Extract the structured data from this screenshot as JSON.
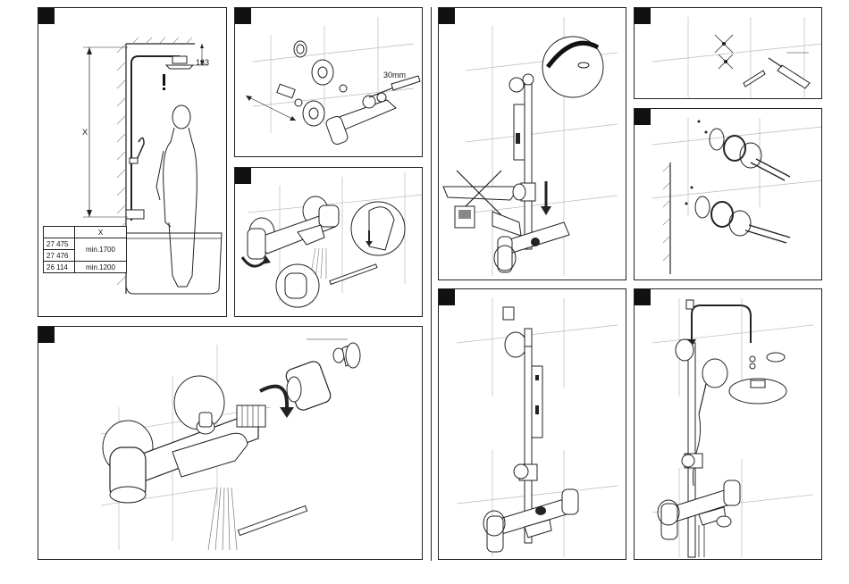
{
  "panels": [
    {
      "id": "p1",
      "number": ""
    },
    {
      "id": "p2",
      "number": ""
    },
    {
      "id": "p3",
      "number": ""
    },
    {
      "id": "p4",
      "number": ""
    },
    {
      "id": "p5",
      "number": ""
    },
    {
      "id": "p6",
      "number": ""
    },
    {
      "id": "p7",
      "number": ""
    },
    {
      "id": "p8",
      "number": ""
    },
    {
      "id": "p9",
      "number": ""
    }
  ],
  "dimensions": {
    "ceiling_gap": "133",
    "height_label": "X",
    "spanner_size": "30mm"
  },
  "spec_table": {
    "header": "X",
    "rows": [
      {
        "model_a": "27 475",
        "model_b": "27 476",
        "value": "min.1700"
      },
      {
        "model": "26 114",
        "value": "min.1200"
      }
    ]
  },
  "colors": {
    "line": "#222222",
    "fill_dark": "#111111",
    "water": "#777777"
  }
}
